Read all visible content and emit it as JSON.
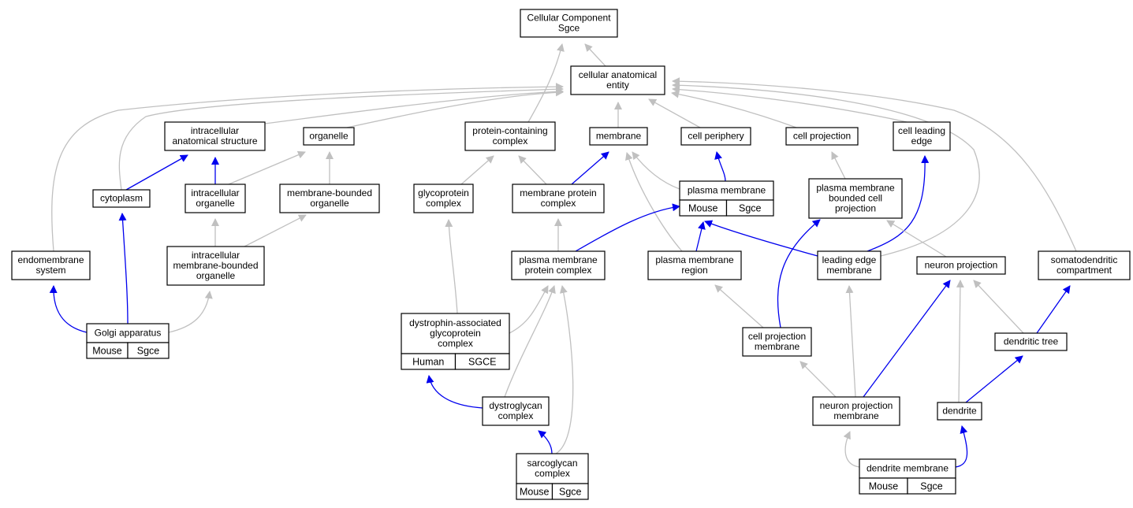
{
  "colors": {
    "is_a_edge": "#c0c0c0",
    "part_of_edge": "#0000ee",
    "annotation_mouse": "#add8e6",
    "annotation_human": "#ff6347"
  },
  "nodes": [
    {
      "id": "cc",
      "lines": [
        "Cellular Component",
        "Sgce"
      ]
    },
    {
      "id": "cae",
      "lines": [
        "cellular anatomical",
        "entity"
      ]
    },
    {
      "id": "ias",
      "lines": [
        "intracellular",
        "anatomical structure"
      ]
    },
    {
      "id": "organelle",
      "lines": [
        "organelle"
      ]
    },
    {
      "id": "pcc",
      "lines": [
        "protein-containing",
        "complex"
      ]
    },
    {
      "id": "membrane",
      "lines": [
        "membrane"
      ]
    },
    {
      "id": "cellperiphery",
      "lines": [
        "cell periphery"
      ]
    },
    {
      "id": "cellprojection",
      "lines": [
        "cell projection"
      ]
    },
    {
      "id": "cle",
      "lines": [
        "cell leading",
        "edge"
      ]
    },
    {
      "id": "cytoplasm",
      "lines": [
        "cytoplasm"
      ]
    },
    {
      "id": "io",
      "lines": [
        "intracellular",
        "organelle"
      ]
    },
    {
      "id": "mbo",
      "lines": [
        "membrane-bounded",
        "organelle"
      ]
    },
    {
      "id": "gpc",
      "lines": [
        "glycoprotein",
        "complex"
      ]
    },
    {
      "id": "mpc",
      "lines": [
        "membrane protein",
        "complex"
      ]
    },
    {
      "id": "pm",
      "lines": [
        "plasma membrane"
      ],
      "annotation": [
        "Mouse",
        "Sgce"
      ]
    },
    {
      "id": "pmbcp",
      "lines": [
        "plasma membrane",
        "bounded cell",
        "projection"
      ]
    },
    {
      "id": "endo",
      "lines": [
        "endomembrane",
        "system"
      ]
    },
    {
      "id": "imbo",
      "lines": [
        "intracellular",
        "membrane-bounded",
        "organelle"
      ]
    },
    {
      "id": "pmpc",
      "lines": [
        "plasma membrane",
        "protein complex"
      ]
    },
    {
      "id": "pmr",
      "lines": [
        "plasma membrane",
        "region"
      ]
    },
    {
      "id": "lem",
      "lines": [
        "leading edge",
        "membrane"
      ]
    },
    {
      "id": "np",
      "lines": [
        "neuron projection"
      ]
    },
    {
      "id": "sdc",
      "lines": [
        "somatodendritic",
        "compartment"
      ]
    },
    {
      "id": "golgi",
      "lines": [
        "Golgi apparatus"
      ],
      "annotation": [
        "Mouse",
        "Sgce"
      ]
    },
    {
      "id": "dagc",
      "lines": [
        "dystrophin-associated",
        "glycoprotein",
        "complex"
      ],
      "annotation": [
        "Human",
        "SGCE"
      ],
      "annotation_species": "human"
    },
    {
      "id": "cpm",
      "lines": [
        "cell projection",
        "membrane"
      ]
    },
    {
      "id": "dt",
      "lines": [
        "dendritic tree"
      ]
    },
    {
      "id": "dgc",
      "lines": [
        "dystroglycan",
        "complex"
      ]
    },
    {
      "id": "npm",
      "lines": [
        "neuron projection",
        "membrane"
      ]
    },
    {
      "id": "dendrite",
      "lines": [
        "dendrite"
      ]
    },
    {
      "id": "sgc",
      "lines": [
        "sarcoglycan",
        "complex"
      ],
      "annotation": [
        "Mouse",
        "Sgce"
      ]
    },
    {
      "id": "dm",
      "lines": [
        "dendrite membrane"
      ],
      "annotation": [
        "Mouse",
        "Sgce"
      ]
    }
  ]
}
